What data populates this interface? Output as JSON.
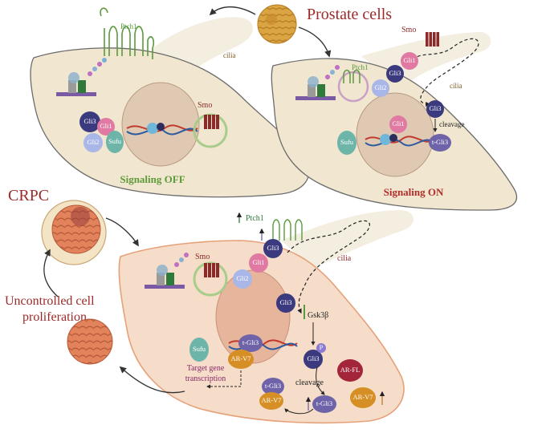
{
  "titles": {
    "prostate_cells": "Prostate cells",
    "crpc": "CRPC",
    "uncontrolled_line1": "Uncontrolled cell",
    "uncontrolled_line2": "proliferation",
    "signaling_off": "Signaling OFF",
    "signaling_on": "Signaling ON"
  },
  "labels": {
    "ptch1": "Ptch1",
    "smo": "Smo",
    "cilia": "cilia",
    "cleavage": "cleavage",
    "gsk3b": "Gsk3β",
    "target_line1": "Target gene",
    "target_line2": "transcription",
    "p": "P"
  },
  "proteins": {
    "gli1": "Gli1",
    "gli2": "Gli2",
    "gli3": "Gli3",
    "sufu": "Sufu",
    "t_gli3": "t-Gli3",
    "ar_v7": "AR-V7",
    "ar_fl": "AR-FL"
  },
  "colors": {
    "title_red": "#9b2a2a",
    "off_green": "#5f9a3a",
    "on_red": "#b0302c",
    "cell_fill": "#f1e6cf",
    "cell_stroke": "#6b6b6b",
    "crpc_fill": "#f5ddc9",
    "crpc_stroke": "#e6a17a",
    "gli3": "#3b3a7e",
    "gli1": "#e07aa2",
    "gli2": "#a9b7e8",
    "sufu": "#6db5a8",
    "t_gli3": "#6e63a8",
    "ar": "#d68f24",
    "ar_fl": "#a3253a",
    "smo": "#8c2a2a",
    "ptch1": "#5a9a3d"
  }
}
